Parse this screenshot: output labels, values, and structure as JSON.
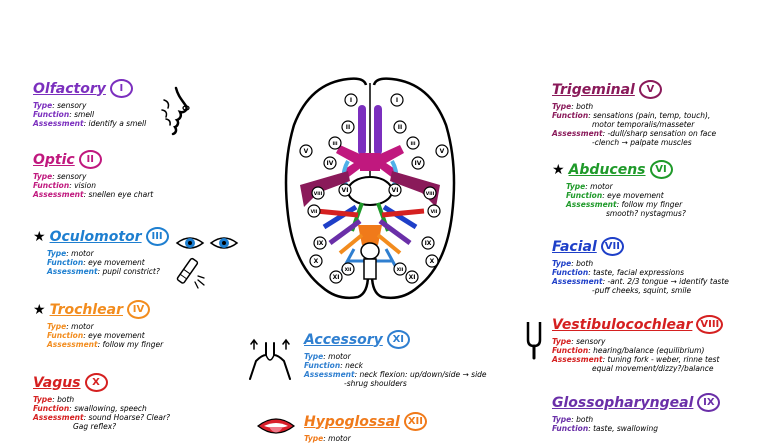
{
  "colors": {
    "olfactory": "#7b2fbe",
    "optic": "#c0187e",
    "oculomotor": "#1e7fd0",
    "trochlear": "#f28c1e",
    "vagus": "#d52020",
    "accessory": "#2f7fd0",
    "hypoglossal": "#f07a1a",
    "trigeminal": "#8a1a5a",
    "abducens": "#1f9a2a",
    "facial": "#1e3fc8",
    "vestibulocochlear": "#d52020",
    "glossopharyngeal": "#6a2fa8"
  },
  "nerves": {
    "olfactory": {
      "name": "Olfactory",
      "numeral": "I",
      "lines": [
        {
          "key": "Type",
          "value": "sensory"
        },
        {
          "key": "Function",
          "value": "smell"
        },
        {
          "key": "Assessment",
          "value": "identify a smell"
        }
      ]
    },
    "optic": {
      "name": "Optic",
      "numeral": "II",
      "lines": [
        {
          "key": "Type",
          "value": "sensory"
        },
        {
          "key": "Function",
          "value": "vision"
        },
        {
          "key": "Assessment",
          "value": "snellen eye chart"
        }
      ]
    },
    "oculomotor": {
      "name": "Oculomotor",
      "numeral": "III",
      "star": "★",
      "lines": [
        {
          "key": "Type",
          "value": "motor"
        },
        {
          "key": "Function",
          "value": "eye movement"
        },
        {
          "key": "Assessment",
          "value": "pupil constrict?"
        }
      ]
    },
    "trochlear": {
      "name": "Trochlear",
      "numeral": "IV",
      "star": "★",
      "lines": [
        {
          "key": "Type",
          "value": "motor"
        },
        {
          "key": "Function",
          "value": "eye movement"
        },
        {
          "key": "Assessment",
          "value": "follow my finger"
        }
      ]
    },
    "vagus": {
      "name": "Vagus",
      "numeral": "X",
      "lines": [
        {
          "key": "Type",
          "value": "both"
        },
        {
          "key": "Function",
          "value": "swallowing, speech"
        },
        {
          "key": "Assessment",
          "value": "sound    Hoarse? Clear?"
        },
        {
          "key": "",
          "value": "Gag reflex?"
        }
      ]
    },
    "accessory": {
      "name": "Accessory",
      "numeral": "XI",
      "lines": [
        {
          "key": "Type",
          "value": "motor"
        },
        {
          "key": "Function",
          "value": "neck"
        },
        {
          "key": "Assessment",
          "value": "neck flexion: up/down/side → side"
        },
        {
          "key": "",
          "value": "-shrug shoulders"
        }
      ]
    },
    "hypoglossal": {
      "name": "Hypoglossal",
      "numeral": "XII",
      "lines": [
        {
          "key": "Type",
          "value": "motor"
        }
      ]
    },
    "trigeminal": {
      "name": "Trigeminal",
      "numeral": "V",
      "lines": [
        {
          "key": "Type",
          "value": "both"
        },
        {
          "key": "Function",
          "value": "sensations (pain, temp, touch),"
        },
        {
          "key": "",
          "value": "motor temporalis/masseter"
        },
        {
          "key": "Assessment",
          "value": "-dull/sharp sensation on face"
        },
        {
          "key": "",
          "value": "-clench → palpate muscles"
        }
      ]
    },
    "abducens": {
      "name": "Abducens",
      "numeral": "VI",
      "star": "★",
      "lines": [
        {
          "key": "Type",
          "value": "motor"
        },
        {
          "key": "Function",
          "value": "eye movement"
        },
        {
          "key": "Assessment",
          "value": "follow my finger"
        },
        {
          "key": "",
          "value": "smooth? nystagmus?"
        }
      ]
    },
    "facial": {
      "name": "Facial",
      "numeral": "VII",
      "lines": [
        {
          "key": "Type",
          "value": "both"
        },
        {
          "key": "Function",
          "value": "taste, facial expressions"
        },
        {
          "key": "Assessment",
          "value": "-ant. 2/3 tongue → identify taste"
        },
        {
          "key": "",
          "value": "-puff cheeks, squint, smile"
        }
      ]
    },
    "vestibulocochlear": {
      "name": "Vestibulocochlear",
      "numeral": "VIII",
      "lines": [
        {
          "key": "Type",
          "value": "sensory"
        },
        {
          "key": "Function",
          "value": "hearing/balance (equilibrium)"
        },
        {
          "key": "Assessment",
          "value": "tuning fork - weber, rinne test"
        },
        {
          "key": "",
          "value": "equal movement/dizzy?/balance"
        }
      ]
    },
    "glossopharyngeal": {
      "name": "Glossopharyngeal",
      "numeral": "IX",
      "lines": [
        {
          "key": "Type",
          "value": "both"
        },
        {
          "key": "Function",
          "value": "taste, swallowing"
        }
      ]
    }
  },
  "brain_labels": [
    "I",
    "I",
    "II",
    "II",
    "III",
    "III",
    "IV",
    "IV",
    "V",
    "V",
    "VI",
    "VI",
    "VII",
    "VII",
    "VIII",
    "VIII",
    "IX",
    "IX",
    "X",
    "X",
    "XI",
    "XI",
    "XII",
    "XII"
  ]
}
